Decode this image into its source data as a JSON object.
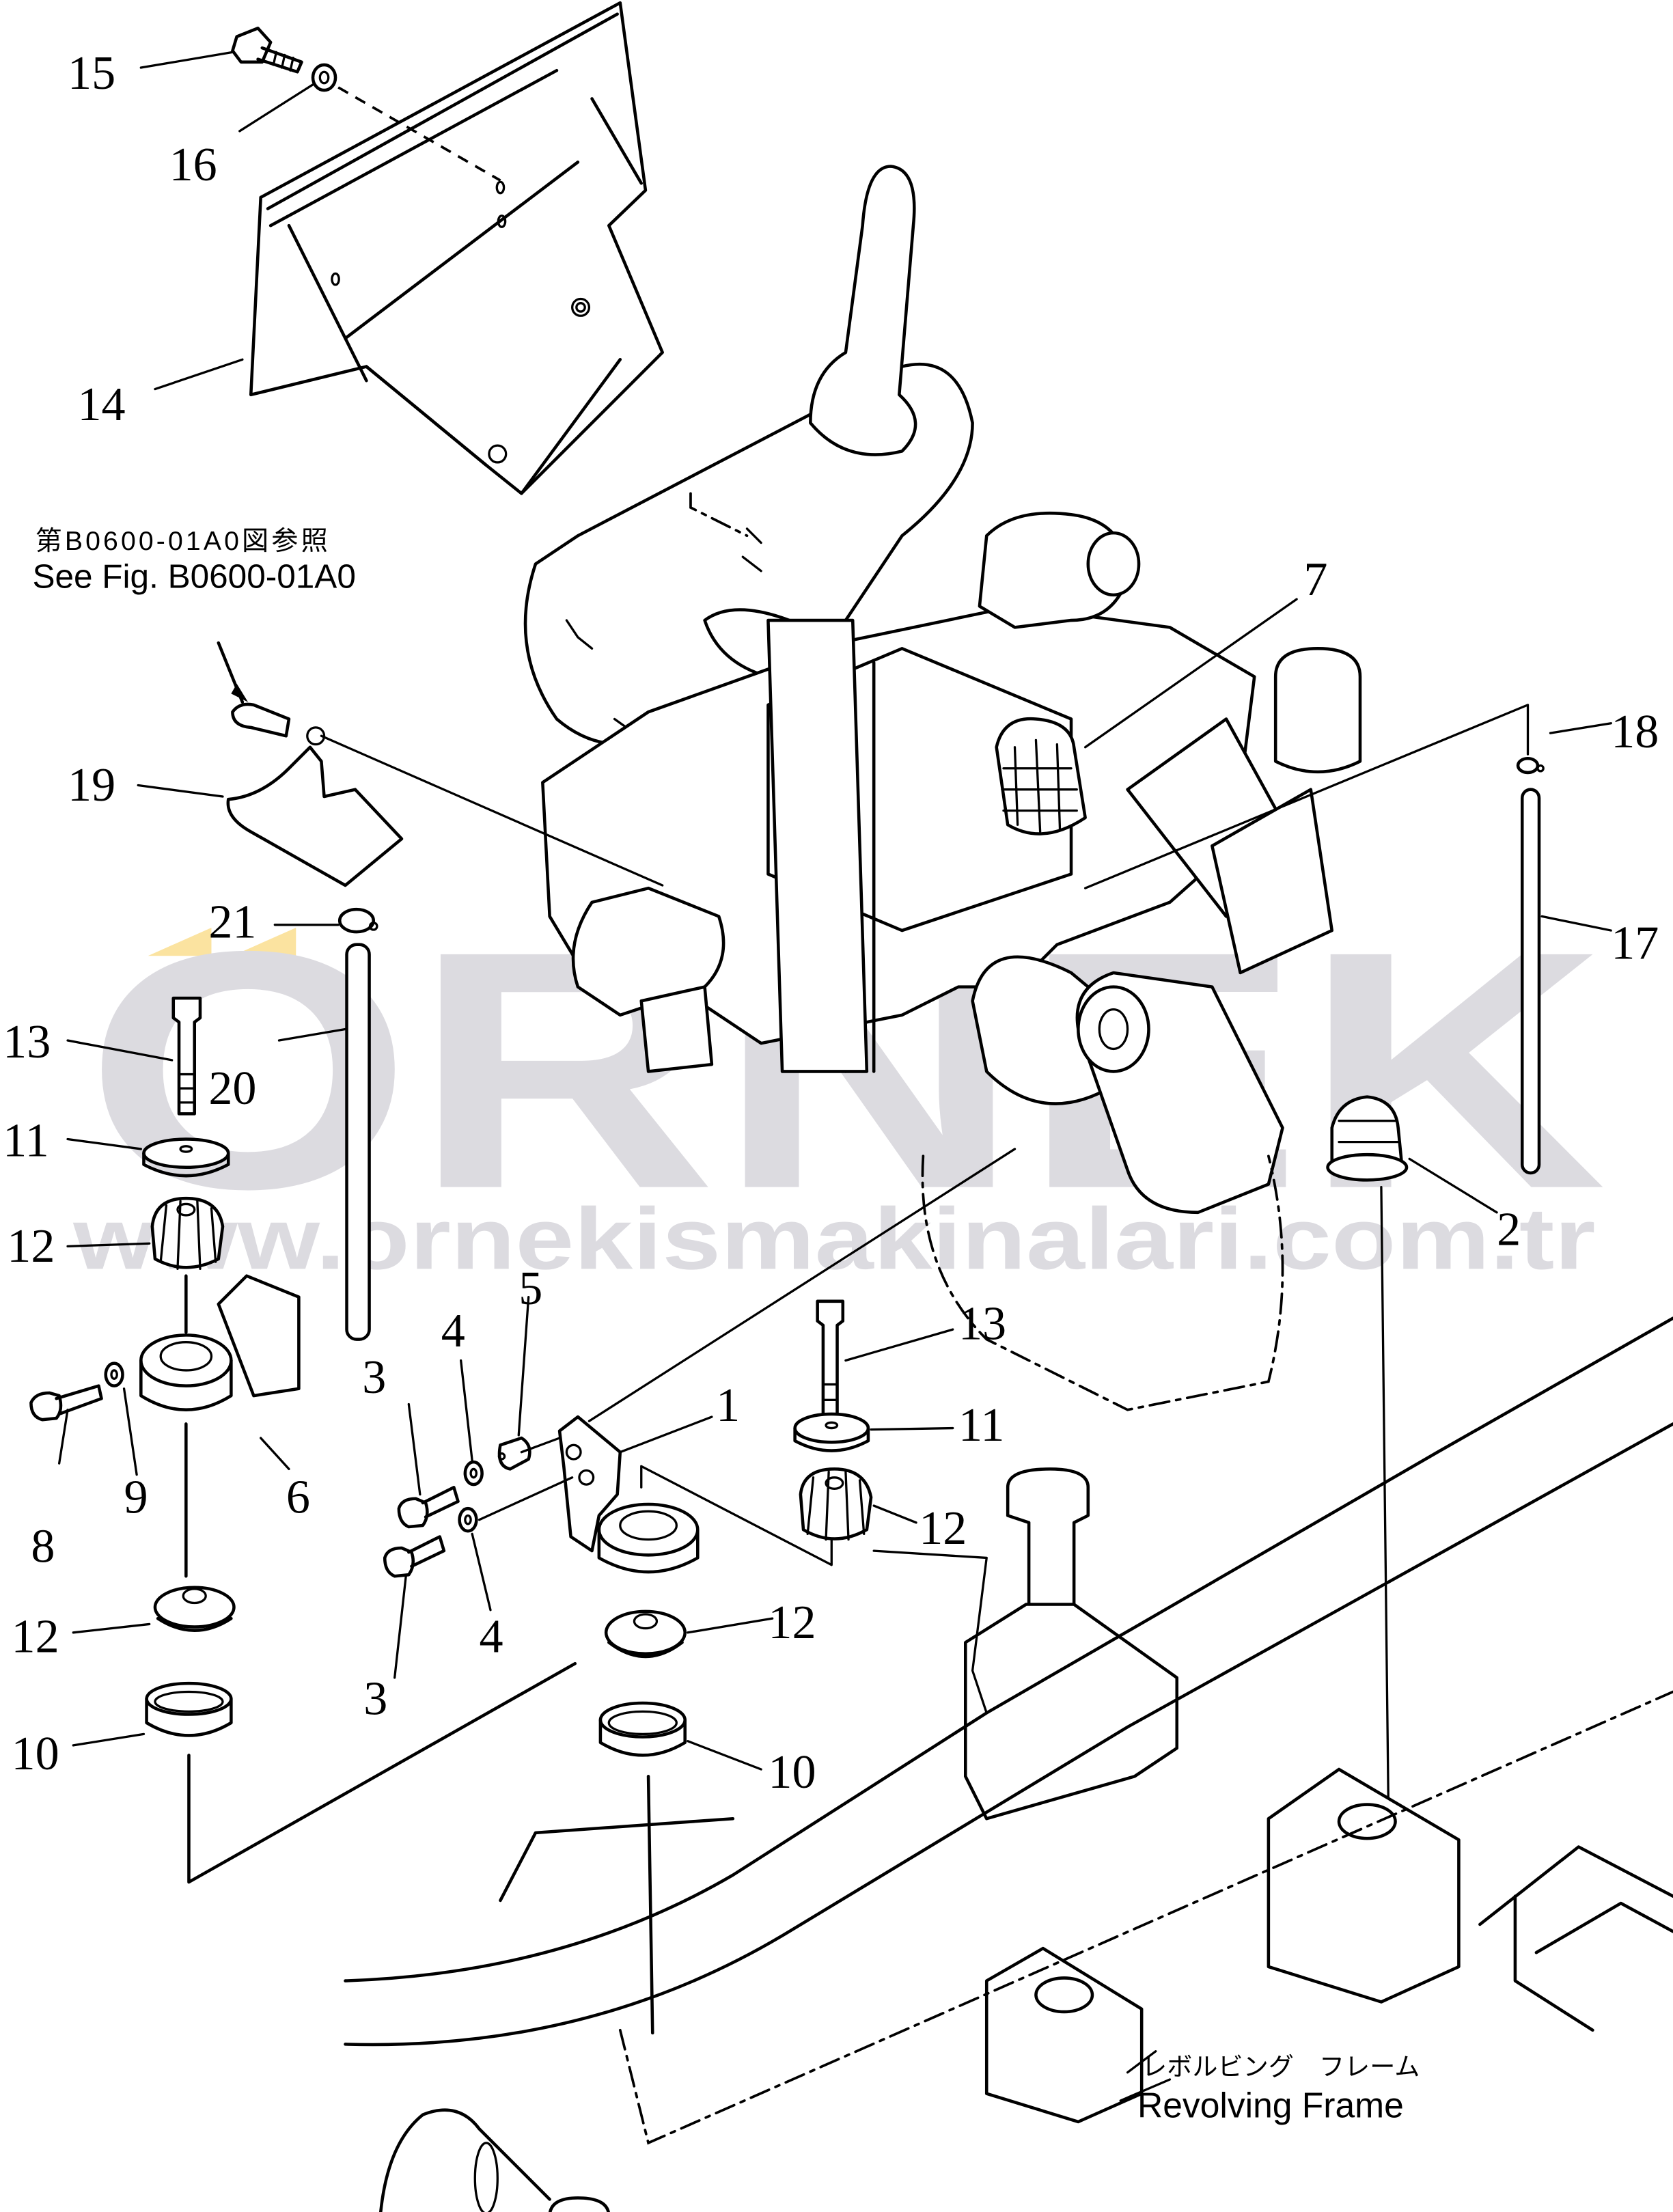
{
  "diagram": {
    "title": "Engine mounting exploded view",
    "watermark": {
      "brand": "ORNEK",
      "url": "www.ornekismakinalari.com.tr",
      "brand_color": "#dcdbe0",
      "accent_color": "#fbe3a0"
    },
    "reference_note": {
      "jp": "第B0600-01A0図参照",
      "en": "See Fig. B0600-01A0"
    },
    "frame_label": {
      "jp": "レボルビング　フレーム",
      "en": "Revolving Frame"
    },
    "callouts": [
      {
        "id": "c15",
        "label": "15",
        "part": "bolt"
      },
      {
        "id": "c16",
        "label": "16",
        "part": "washer"
      },
      {
        "id": "c14",
        "label": "14",
        "part": "cover"
      },
      {
        "id": "c7",
        "label": "7",
        "part": "engine"
      },
      {
        "id": "c18",
        "label": "18",
        "part": "clip"
      },
      {
        "id": "c17",
        "label": "17",
        "part": "pipe"
      },
      {
        "id": "c19",
        "label": "19",
        "part": "bracket"
      },
      {
        "id": "c21",
        "label": "21",
        "part": "clip"
      },
      {
        "id": "c13a",
        "label": "13",
        "part": "bolt"
      },
      {
        "id": "c20",
        "label": "20",
        "part": "pipe"
      },
      {
        "id": "c11a",
        "label": "11",
        "part": "plate"
      },
      {
        "id": "c12a",
        "label": "12",
        "part": "cushion"
      },
      {
        "id": "c2",
        "label": "2",
        "part": "bracket"
      },
      {
        "id": "c8",
        "label": "8",
        "part": "bolt"
      },
      {
        "id": "c9",
        "label": "9",
        "part": "washer"
      },
      {
        "id": "c6",
        "label": "6",
        "part": "bracket"
      },
      {
        "id": "c3a",
        "label": "3",
        "part": "bolt"
      },
      {
        "id": "c4a",
        "label": "4",
        "part": "washer"
      },
      {
        "id": "c5",
        "label": "5",
        "part": "spacer"
      },
      {
        "id": "c1",
        "label": "1",
        "part": "bracket"
      },
      {
        "id": "c13b",
        "label": "13",
        "part": "bolt"
      },
      {
        "id": "c11b",
        "label": "11",
        "part": "plate"
      },
      {
        "id": "c12b",
        "label": "12",
        "part": "cushion"
      },
      {
        "id": "c3b",
        "label": "3",
        "part": "bolt"
      },
      {
        "id": "c4b",
        "label": "4",
        "part": "washer"
      },
      {
        "id": "c12c",
        "label": "12",
        "part": "cushion"
      },
      {
        "id": "c12d",
        "label": "12",
        "part": "cushion"
      },
      {
        "id": "c10a",
        "label": "10",
        "part": "stopper"
      },
      {
        "id": "c10b",
        "label": "10",
        "part": "stopper"
      }
    ]
  }
}
